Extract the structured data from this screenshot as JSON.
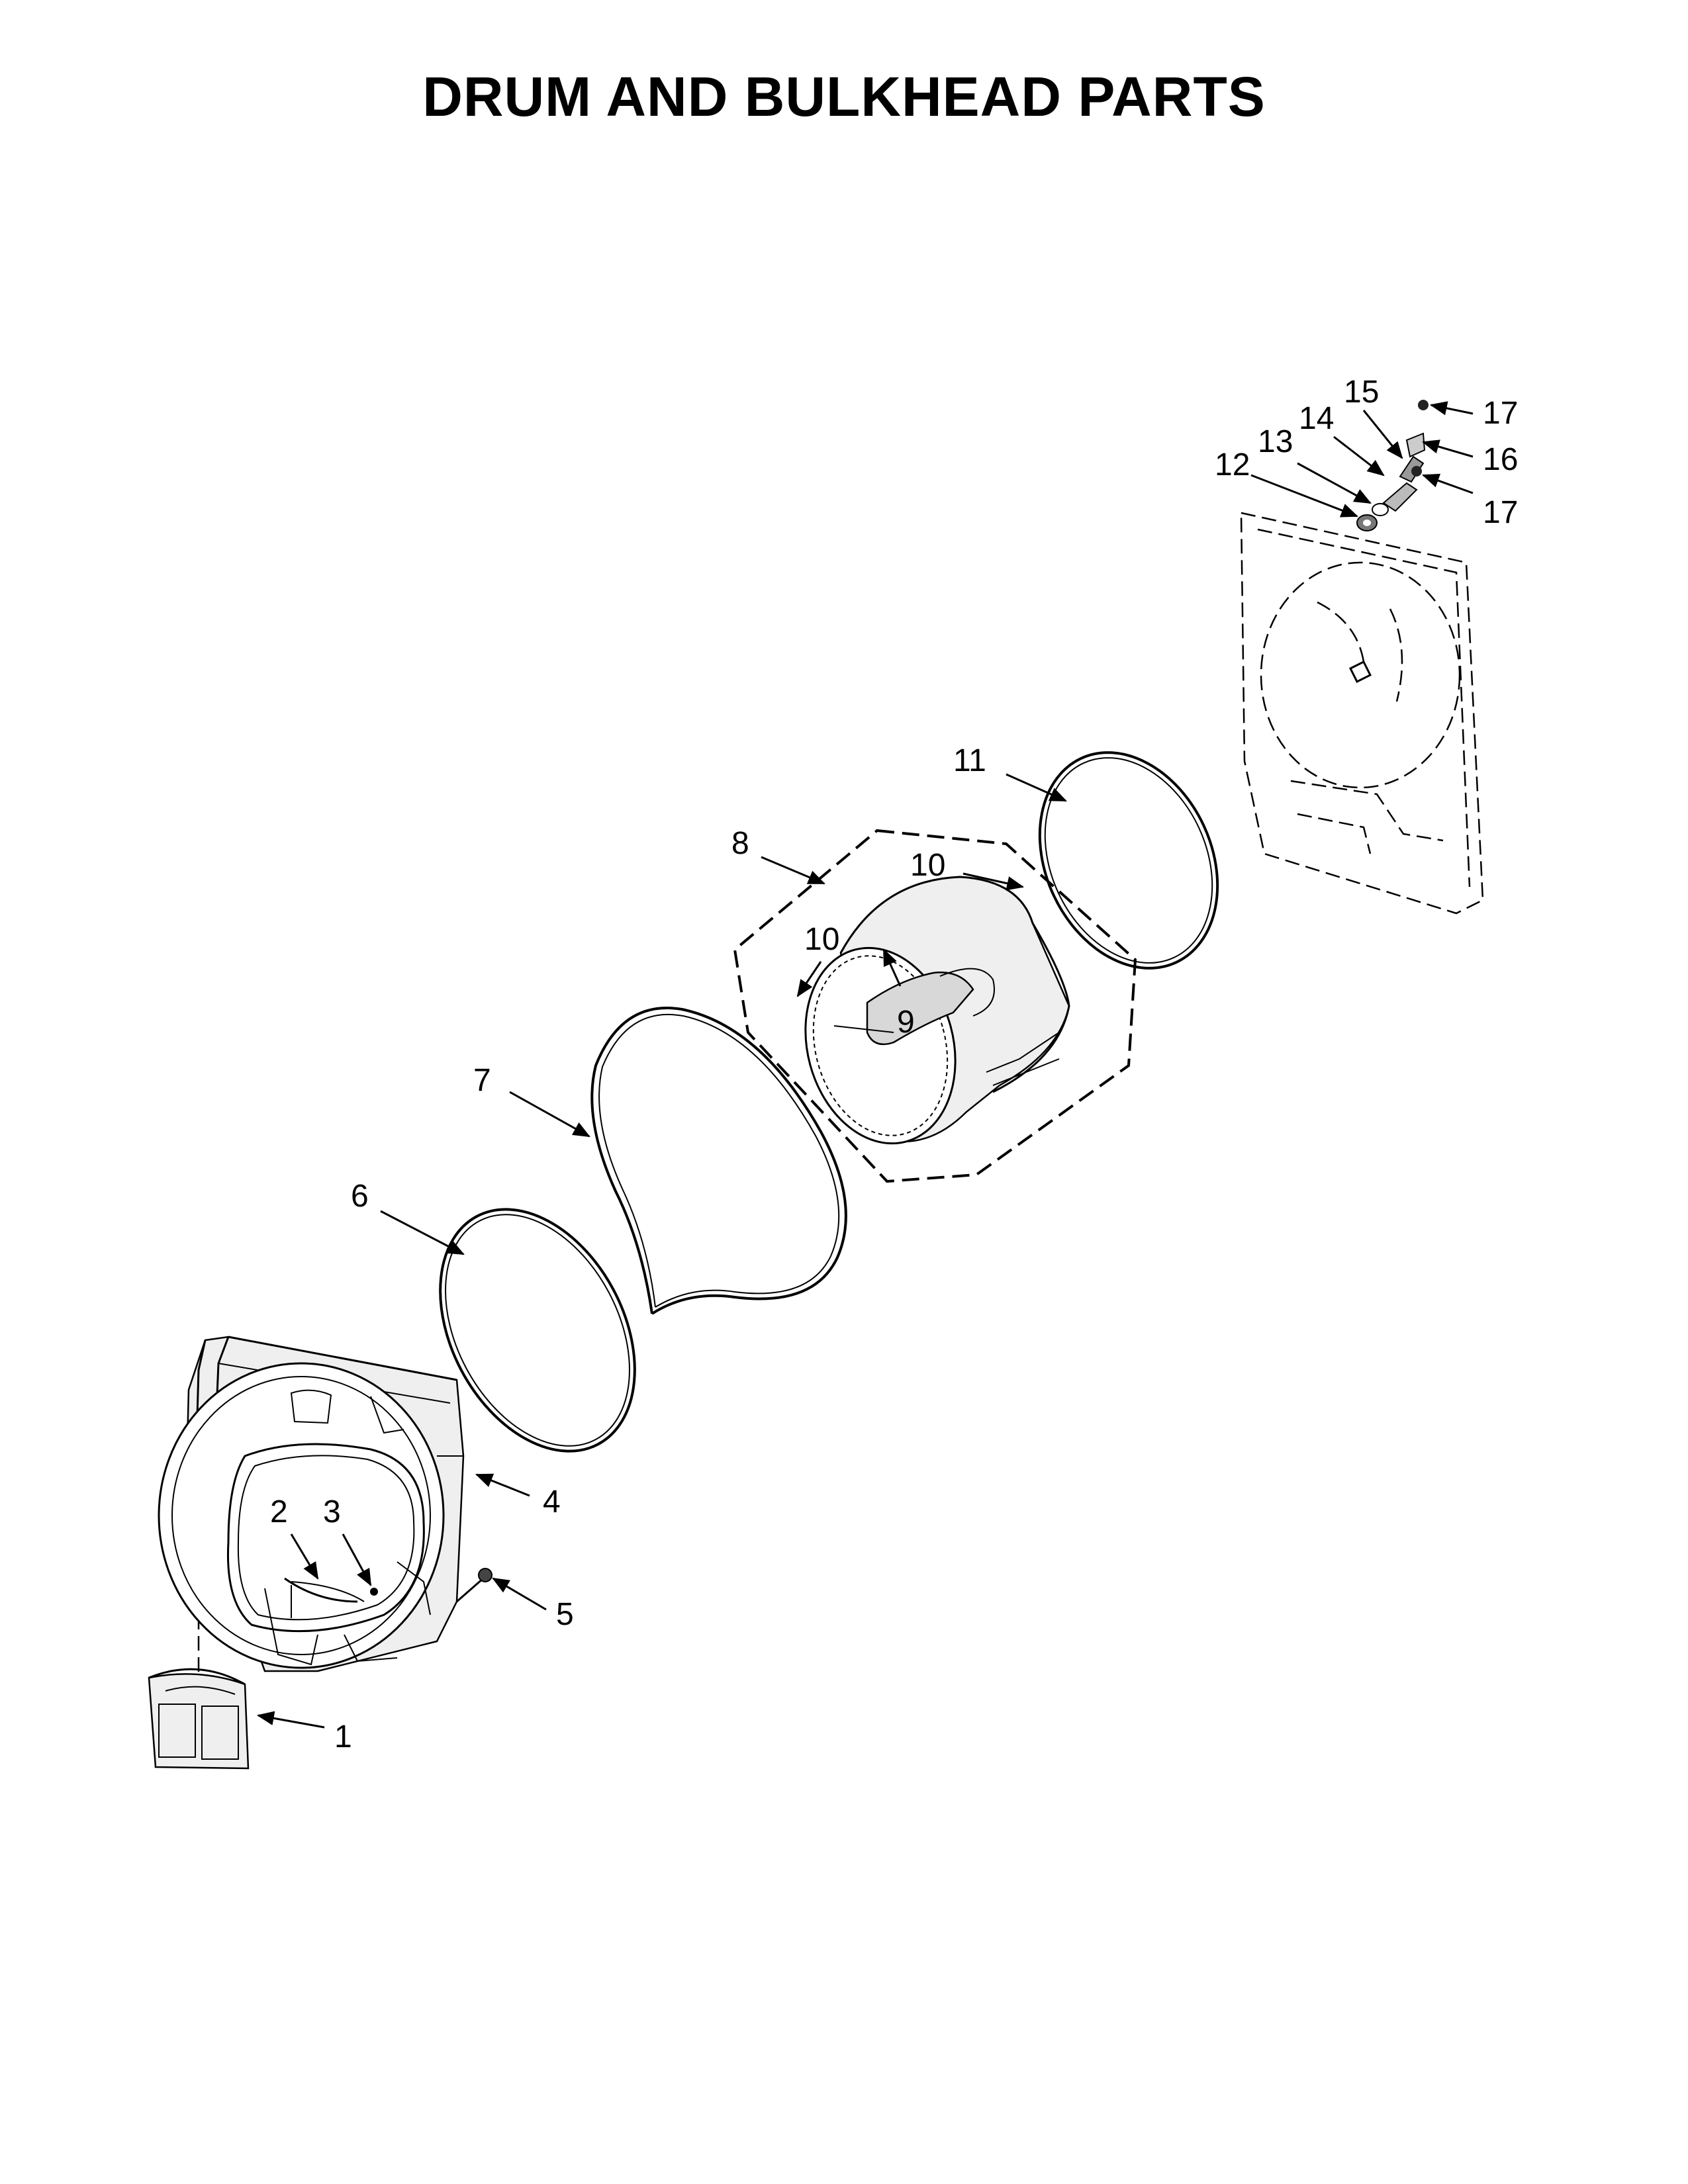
{
  "title": "DRUM AND BULKHEAD PARTS",
  "callouts": {
    "c1": "1",
    "c2": "2",
    "c3": "3",
    "c4": "4",
    "c5": "5",
    "c6": "6",
    "c7": "7",
    "c8": "8",
    "c9": "9",
    "c10a": "10",
    "c10b": "10",
    "c11": "11",
    "c12": "12",
    "c13": "13",
    "c14": "14",
    "c15": "15",
    "c16": "16",
    "c17a": "17",
    "c17b": "17"
  }
}
